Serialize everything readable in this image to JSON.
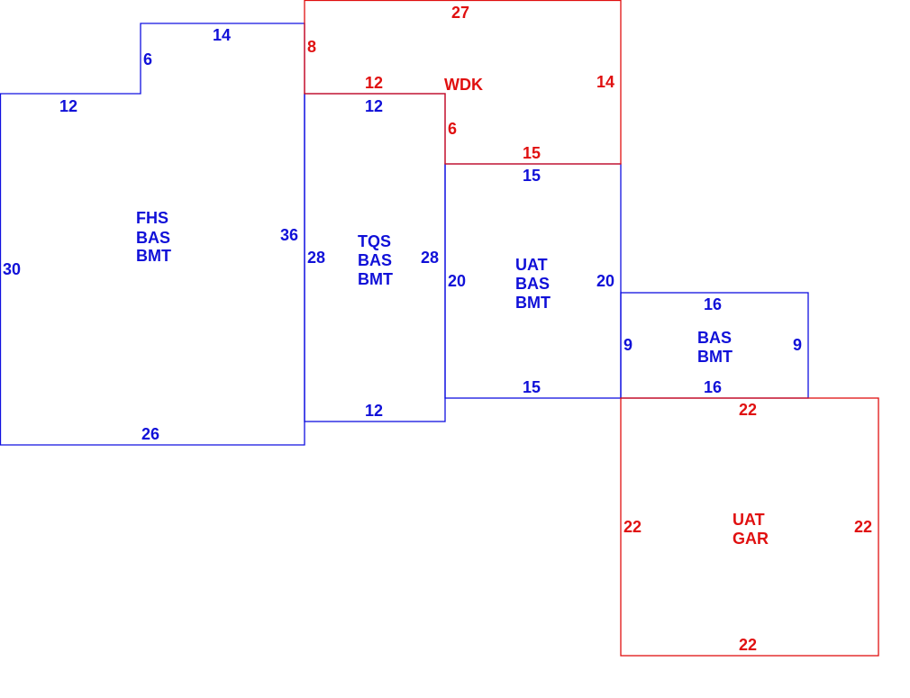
{
  "colors": {
    "living": "#1010e0",
    "other": "#e01010"
  },
  "areas": {
    "fhs": {
      "lines": [
        "FHS",
        "BAS",
        "BMT"
      ],
      "dims": {
        "top_left": "12",
        "step_v": "6",
        "top": "14",
        "right": "36",
        "left": "30",
        "bottom": "26"
      }
    },
    "tqs": {
      "lines": [
        "TQS",
        "BAS",
        "BMT"
      ],
      "dims": {
        "top": "12",
        "left": "28",
        "right": "28",
        "bottom": "12"
      }
    },
    "uat": {
      "lines": [
        "UAT",
        "BAS",
        "BMT"
      ],
      "dims": {
        "top": "15",
        "left": "20",
        "right": "20",
        "bottom": "15"
      }
    },
    "bas": {
      "lines": [
        "BAS",
        "BMT"
      ],
      "dims": {
        "top": "16",
        "left": "9",
        "right": "9",
        "bottom": "16"
      }
    },
    "wdk": {
      "label": "WDK",
      "dims": {
        "top": "27",
        "left": "8",
        "bottom_left": "12",
        "step_v": "6",
        "bottom": "15",
        "right": "14"
      }
    },
    "gar": {
      "lines": [
        "UAT",
        "GAR"
      ],
      "dims": {
        "top": "22",
        "left": "22",
        "right": "22",
        "bottom": "22"
      }
    }
  }
}
